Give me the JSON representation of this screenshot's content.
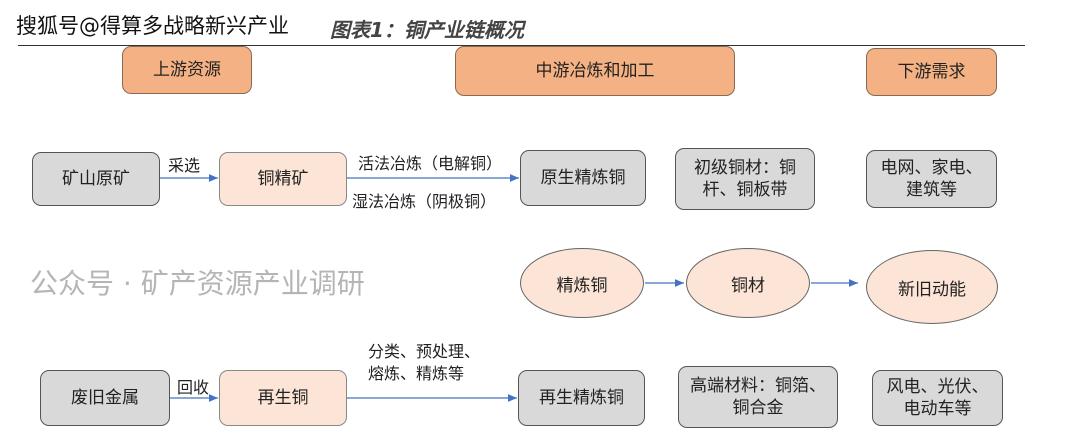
{
  "title": "图表1：铜产业链概况",
  "watermark_top": "搜狐号@得算多战略新兴产业",
  "watermark_bottom": "公众号 · 矿产资源产业调研",
  "headers": {
    "upstream": "上游资源",
    "midstream": "中游冶炼和加工",
    "downstream": "下游需求"
  },
  "row1": {
    "ore": "矿山原矿",
    "arrow1": "采选",
    "concentrate": "铜精矿",
    "process_top": "活法冶炼（电解铜）",
    "process_bottom": "湿法冶炼（阴极铜）",
    "primary": "原生精炼铜",
    "materials": "初级铜材：铜杆、铜板带",
    "demand": "电网、家电、建筑等"
  },
  "row2": {
    "refined": "精炼铜",
    "copper": "铜材",
    "energy": "新旧动能"
  },
  "row3": {
    "scrap": "废旧金属",
    "arrow1": "回收",
    "recycled": "再生铜",
    "process_line1": "分类、预处理、",
    "process_line2": "熔炼、精炼等",
    "secondary": "再生精炼铜",
    "materials": "高端材料：铜箔、铜合金",
    "demand": "风电、光伏、电动车等"
  }
}
